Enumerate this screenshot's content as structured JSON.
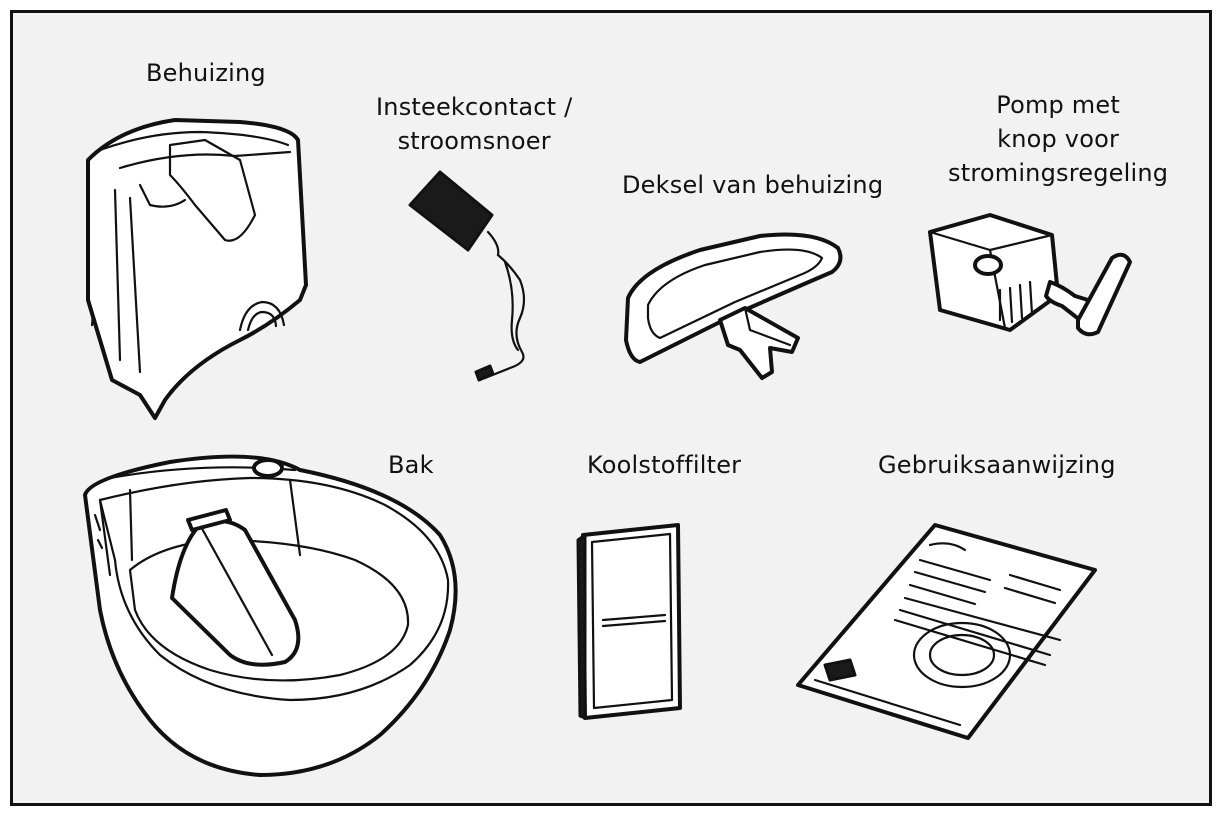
{
  "parts": {
    "housing": "Behuizing",
    "adapter_line1": "Insteekcontact /",
    "adapter_line2": "stroomsnoer",
    "housing_lid": "Deksel van behuizing",
    "pump_line1": "Pomp met",
    "pump_line2": "knop voor",
    "pump_line3": "stromingsregeling",
    "bowl": "Bak",
    "carbon_filter": "Koolstoffilter",
    "manual": "Gebruiksaanwijzing"
  }
}
